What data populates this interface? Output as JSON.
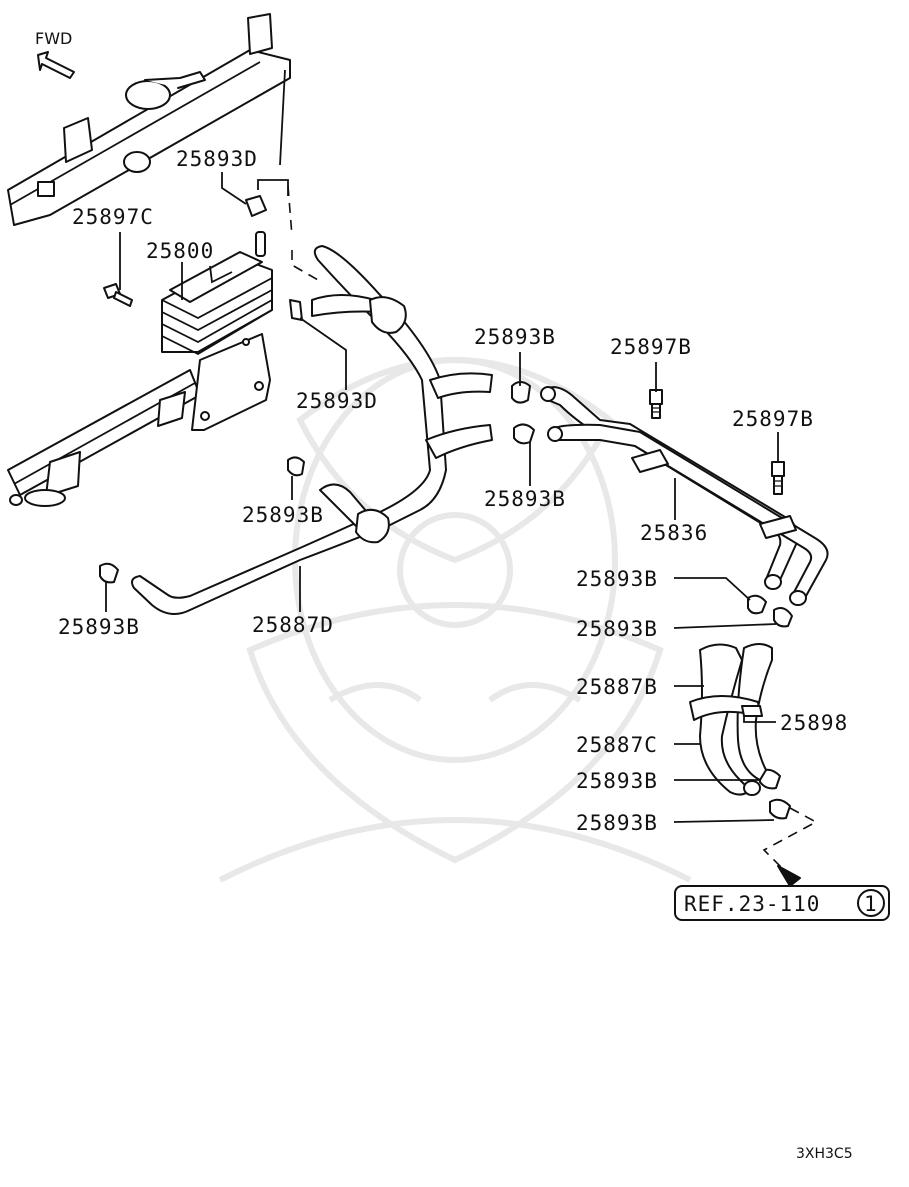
{
  "fwd_label": "FWD",
  "callouts": {
    "c1": "25893D",
    "c2": "25897C",
    "c3": "25800",
    "c4": "25893D",
    "c5": "25893B",
    "c6": "25897B",
    "c7": "25897B",
    "c8": "25893B",
    "c9": "25836",
    "c10": "25893B",
    "c11": "25893B",
    "c12": "25887D",
    "c13": "25893B",
    "c14": "25893B",
    "c15": "25887B",
    "c16": "25898",
    "c17": "25887C",
    "c18": "25893B",
    "c19": "25893B"
  },
  "reference": {
    "text": "REF.23-110",
    "circle": "1"
  },
  "diagram_code": "3XH3C5"
}
